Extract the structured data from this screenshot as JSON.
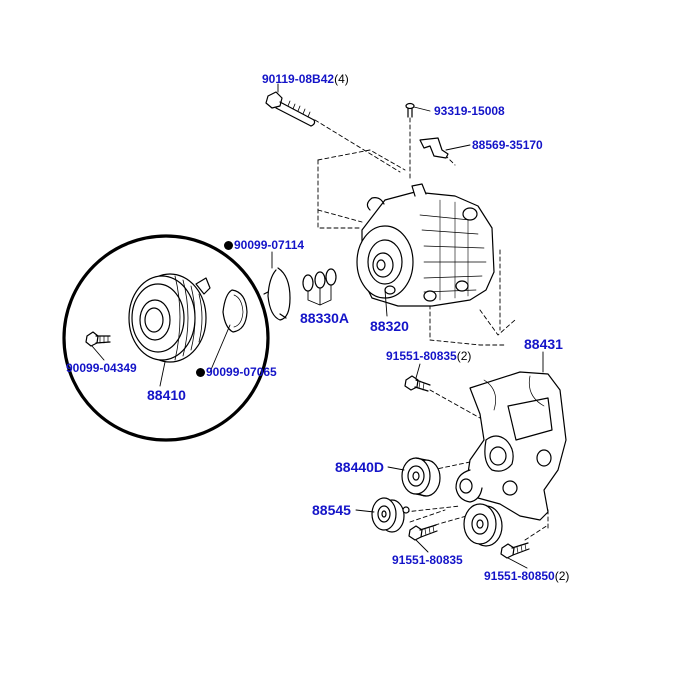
{
  "colors": {
    "label": "#1414c8",
    "line": "#000000",
    "group_circle": "#000000"
  },
  "parts": {
    "bolt_top": {
      "number": "90119-08B42",
      "qty": "(4)"
    },
    "screw_top": {
      "number": "93319-15008"
    },
    "bracket_small": {
      "number": "88569-35170"
    },
    "snap_ring_1": {
      "number": "90099-07114"
    },
    "shims": {
      "number": "88330A"
    },
    "compressor": {
      "number": "88320"
    },
    "clutch_bolt": {
      "number": "90099-04349"
    },
    "snap_ring_2": {
      "number": "90099-07065"
    },
    "clutch_assy": {
      "number": "88410"
    },
    "bracket_bolt": {
      "number": "91551-80835",
      "qty": "(2)"
    },
    "bracket": {
      "number": "88431"
    },
    "idler_upper": {
      "number": "88440D"
    },
    "idler_lower": {
      "number": "88545"
    },
    "bolt_lower_1": {
      "number": "91551-80835"
    },
    "bolt_lower_2": {
      "number": "91551-80850",
      "qty": "(2)"
    }
  }
}
